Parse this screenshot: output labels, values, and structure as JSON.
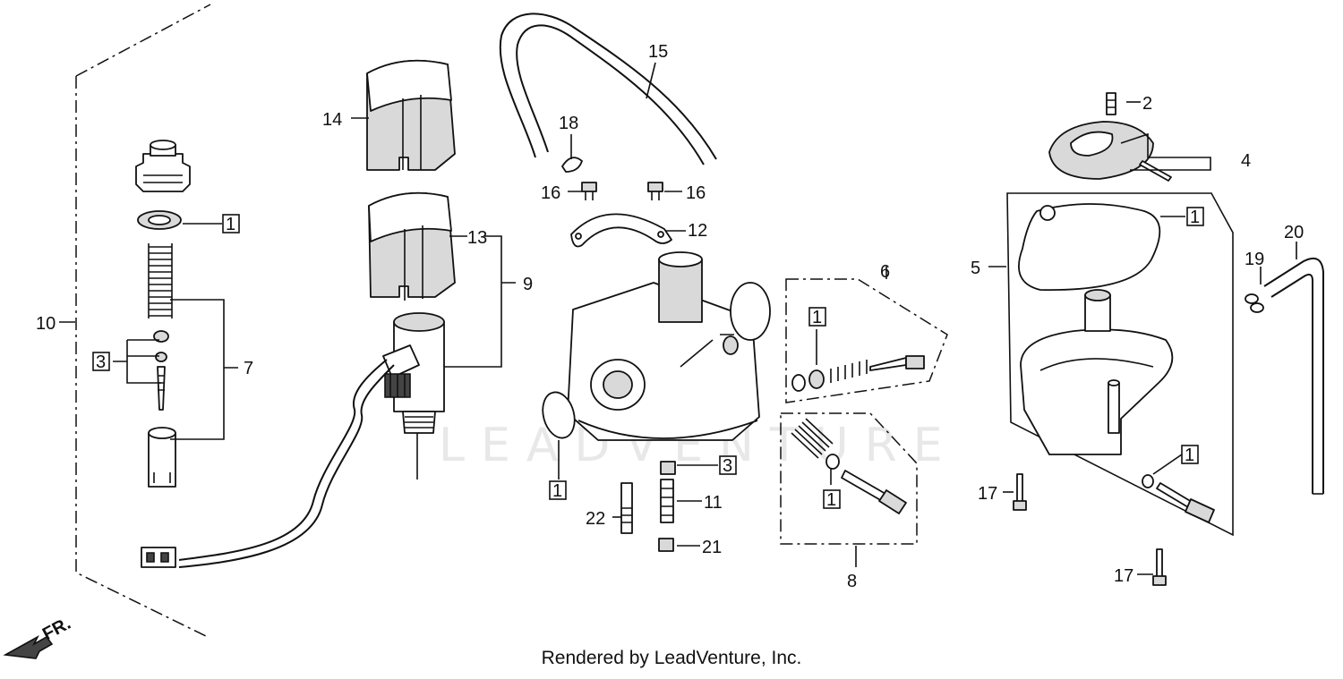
{
  "watermark": "LEADVENTURE",
  "footer_text": "Rendered by LeadVenture, Inc.",
  "direction_label": "FR.",
  "callouts": [
    {
      "id": "c1",
      "text": "1",
      "boxed": true
    },
    {
      "id": "c2",
      "text": "2",
      "boxed": false
    },
    {
      "id": "c3",
      "text": "3",
      "boxed": true
    },
    {
      "id": "c4",
      "text": "4",
      "boxed": false
    },
    {
      "id": "c5",
      "text": "5",
      "boxed": false
    },
    {
      "id": "c6",
      "text": "6",
      "boxed": false
    },
    {
      "id": "c7",
      "text": "7",
      "boxed": false
    },
    {
      "id": "c8",
      "text": "8",
      "boxed": false
    },
    {
      "id": "c9",
      "text": "9",
      "boxed": false
    },
    {
      "id": "c10",
      "text": "10",
      "boxed": false
    },
    {
      "id": "c11",
      "text": "11",
      "boxed": false
    },
    {
      "id": "c12",
      "text": "12",
      "boxed": false
    },
    {
      "id": "c13",
      "text": "13",
      "boxed": false
    },
    {
      "id": "c14",
      "text": "14",
      "boxed": false
    },
    {
      "id": "c15",
      "text": "15",
      "boxed": false
    },
    {
      "id": "c16",
      "text": "16",
      "boxed": false
    },
    {
      "id": "c17",
      "text": "17",
      "boxed": false
    },
    {
      "id": "c18",
      "text": "18",
      "boxed": false
    },
    {
      "id": "c19",
      "text": "19",
      "boxed": false
    },
    {
      "id": "c20",
      "text": "20",
      "boxed": false
    },
    {
      "id": "c21",
      "text": "21",
      "boxed": false
    },
    {
      "id": "c22",
      "text": "22",
      "boxed": false
    }
  ]
}
